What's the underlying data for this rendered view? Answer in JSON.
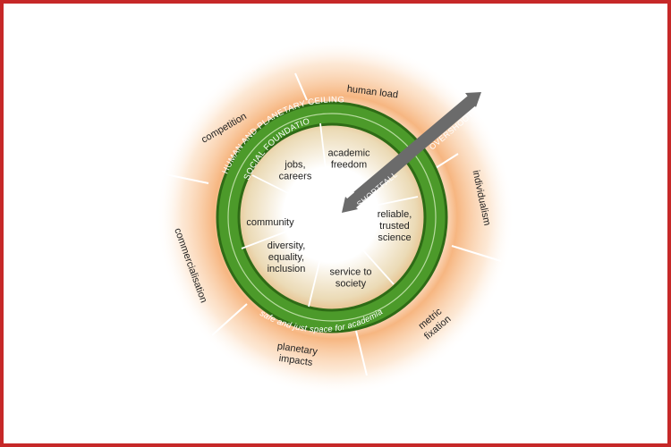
{
  "colors": {
    "frame": "#c62828",
    "ring_green": "#4c9a2a",
    "ring_dark": "#2e6b16",
    "glow_orange": "#f6b27a",
    "arrow_grey": "#6b6b6b"
  },
  "ring": {
    "outer_label": "HUMAN AND PLANETARY CEILING",
    "inner_label": "SOCIAL FOUNDATION",
    "bottom_label": "safe and just space for academia"
  },
  "arrows": {
    "overshoot": "OVERSHOOT",
    "shortfall": "SHORTFALL"
  },
  "inner_segments": [
    "jobs,\ncareers",
    "academic\nfreedom",
    "community",
    "reliable,\ntrusted\nscience",
    "diversity,\nequality,\ninclusion",
    "service to\nsociety"
  ],
  "outer_segments": [
    "human load",
    "competition",
    "individualism",
    "commercialisation",
    "metric\nfixation",
    "planetary\nimpacts"
  ]
}
